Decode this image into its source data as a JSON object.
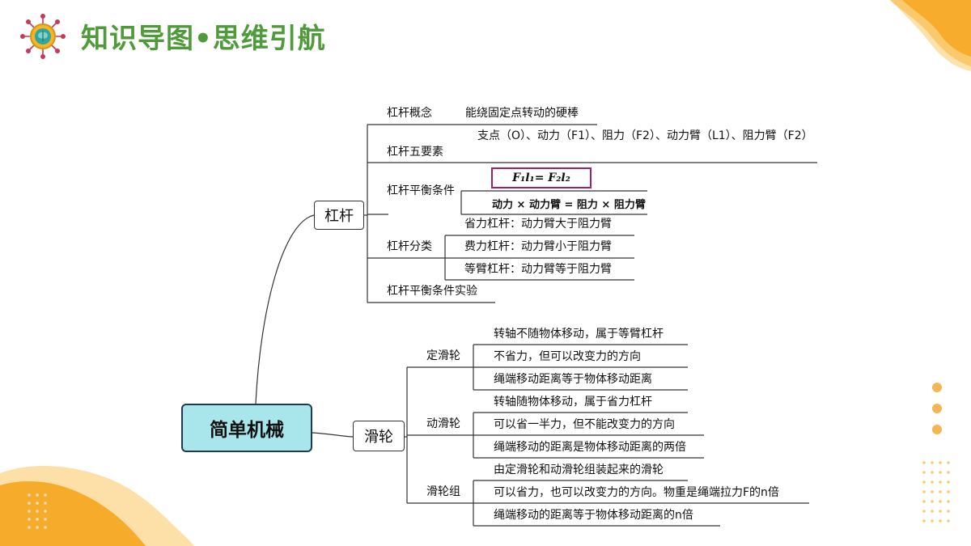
{
  "header": {
    "title": "知识导图•思维引航",
    "logo_icon": "brain-gear-icon",
    "title_color": "#4f9a3a",
    "accent_color": "#f7a823"
  },
  "mindmap": {
    "root": "简单机械",
    "lever": {
      "label": "杠杆",
      "concept": {
        "label": "杠杆概念",
        "text": "能绕固定点转动的硬棒"
      },
      "five_elements": {
        "label": "杠杆五要素",
        "text": "支点（O）、动力（F1）、阻力（F2）、动力臂（L1）、阻力臂（F2）"
      },
      "balance": {
        "label": "杠杆平衡条件",
        "formula": "F₁l₁= F₂l₂",
        "formula_text": "动力 × 动力臂 = 阻力 × 阻力臂"
      },
      "classification": {
        "label": "杠杆分类",
        "items": [
          "省力杠杆：动力臂大于阻力臂",
          "费力杠杆：动力臂小于阻力臂",
          "等臂杠杆：动力臂等于阻力臂"
        ]
      },
      "experiment": {
        "label": "杠杆平衡条件实验"
      }
    },
    "pulley": {
      "label": "滑轮",
      "fixed": {
        "label": "定滑轮",
        "items": [
          "转轴不随物体移动，属于等臂杠杆",
          "不省力，但可以改变力的方向",
          "绳端移动距离等于物体移动距离"
        ]
      },
      "movable": {
        "label": "动滑轮",
        "items": [
          "转轴随物体移动，属于省力杠杆",
          "可以省一半力，但不能改变力的方向",
          "绳端移动的距离是物体移动距离的两倍"
        ]
      },
      "block": {
        "label": "滑轮组",
        "items": [
          "由定滑轮和动滑轮组装起来的滑轮",
          "可以省力，也可以改变力的方向。物重是绳端拉力F的n倍",
          "绳端移动的距离等于物体移动距离的n倍"
        ]
      }
    }
  }
}
